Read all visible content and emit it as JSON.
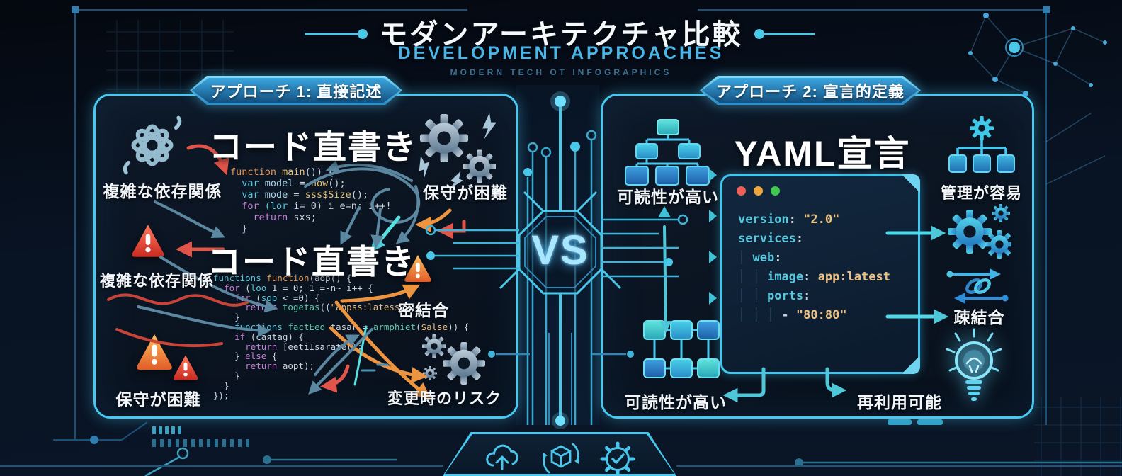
{
  "header": {
    "title": "モダンアーキテクチャ比較",
    "subtitle": "DEVELOPMENT APPROACHES",
    "tagline": "MODERN TECH OT INFOGRAPHICS"
  },
  "center": {
    "vs": "VS"
  },
  "left_panel": {
    "badge": "アプローチ 1: 直接記述",
    "heading": "コード直書き",
    "heading_repeat": "コード直書き",
    "label_dependencies_top": "複雑な依存関係",
    "label_dependencies_mid": "複雑な依存関係",
    "label_maintenance_top": "保守が困難",
    "label_maintenance_bottom": "保守が困難",
    "label_tight_coupling": "密結合",
    "label_change_risk": "変更時のリスク",
    "code1": [
      [
        [
          "kw",
          "function "
        ],
        [
          "fn",
          "main"
        ],
        [
          "pl",
          "()) {"
        ]
      ],
      [
        [
          "pl",
          "  "
        ],
        [
          "cy",
          "var "
        ],
        [
          "vr",
          "model"
        ],
        [
          "pl",
          " = "
        ],
        [
          "fn",
          "now"
        ],
        [
          "pl",
          "();"
        ]
      ],
      [
        [
          "pl",
          "  "
        ],
        [
          "cy",
          "var "
        ],
        [
          "vr",
          "mode"
        ],
        [
          "pl",
          " = "
        ],
        [
          "fn",
          "sss$Size"
        ],
        [
          "pl",
          "();"
        ]
      ],
      [
        [
          "pl",
          "  "
        ],
        [
          "mg",
          "for "
        ],
        [
          "cy",
          "(lor "
        ],
        [
          "pl",
          "i= 0) i e=n; i++!"
        ]
      ],
      [
        [
          "pl",
          "    "
        ],
        [
          "mg",
          "return "
        ],
        [
          "pl",
          "sxs;"
        ]
      ],
      [
        [
          "pl",
          "  }"
        ]
      ]
    ],
    "code2": [
      [
        [
          "cy",
          "functions "
        ],
        [
          "kw",
          "function"
        ],
        [
          "pl",
          "(aop() {"
        ]
      ],
      [
        [
          "pl",
          "  "
        ],
        [
          "mg",
          "for "
        ],
        [
          "pl",
          "("
        ],
        [
          "cy",
          "loo"
        ],
        [
          "pl",
          " 1 = 0; 1 =-n~ i++ {"
        ]
      ],
      [
        [
          "pl",
          "    "
        ],
        [
          "mg",
          "for "
        ],
        [
          "pl",
          "("
        ],
        [
          "cy",
          "sop"
        ],
        [
          "pl",
          " < =0) {"
        ]
      ],
      [
        [
          "pl",
          "      "
        ],
        [
          "mg",
          "return "
        ],
        [
          "tl",
          "togetas"
        ],
        [
          "pl",
          "(("
        ],
        [
          "st",
          "\"appss:latess\""
        ],
        [
          "pl",
          "\");"
        ]
      ],
      [
        [
          "pl",
          "    }"
        ]
      ],
      [
        [
          "pl",
          "    "
        ],
        [
          "cy",
          "functions "
        ],
        [
          "tl",
          "factEeo"
        ],
        [
          "pl",
          " tasar = "
        ],
        [
          "tl",
          "armphiet"
        ],
        [
          "pl",
          "("
        ],
        [
          "st",
          "$alse"
        ],
        [
          "pl",
          ")) {"
        ]
      ],
      [
        [
          "pl",
          "    "
        ],
        [
          "mg",
          "if "
        ],
        [
          "pl",
          "(caяtag) {"
        ]
      ],
      [
        [
          "pl",
          "      "
        ],
        [
          "mg",
          "return "
        ],
        [
          "pl",
          "[eetiIsarate();"
        ]
      ],
      [
        [
          "pl",
          "    } "
        ],
        [
          "mg",
          "else "
        ],
        [
          "pl",
          "{"
        ]
      ],
      [
        [
          "pl",
          "      "
        ],
        [
          "mg",
          "return "
        ],
        [
          "pl",
          "aopt);"
        ]
      ],
      [
        [
          "pl",
          "    }"
        ]
      ],
      [
        [
          "pl",
          "  }"
        ]
      ],
      [
        [
          "pl",
          "});"
        ]
      ]
    ]
  },
  "right_panel": {
    "badge": "アプローチ 2: 宣言的定義",
    "heading": "YAML宣言",
    "label_readability_top": "可読性が高い",
    "label_easy_management": "管理が容易",
    "label_loose_coupling": "疎結合",
    "label_readability_bottom": "可読性が高い",
    "label_reusable": "再利用可能",
    "yaml_code": [
      [
        [
          "cy",
          "version"
        ],
        [
          "pl",
          ": "
        ],
        [
          "st",
          "\"2.0\""
        ]
      ],
      [
        [
          "cy",
          "services"
        ],
        [
          "pl",
          ":"
        ]
      ],
      [
        [
          "gd",
          "│ "
        ],
        [
          "cy",
          "web"
        ],
        [
          "pl",
          ":"
        ]
      ],
      [
        [
          "gd",
          "│ │ "
        ],
        [
          "cy",
          "image"
        ],
        [
          "pl",
          ": "
        ],
        [
          "st",
          "app:latest"
        ]
      ],
      [
        [
          "gd",
          "│ │ "
        ],
        [
          "cy",
          "ports"
        ],
        [
          "pl",
          ":"
        ]
      ],
      [
        [
          "gd",
          "│ │ │ "
        ],
        [
          "pl",
          "- "
        ],
        [
          "st",
          "\"80:80\""
        ]
      ]
    ]
  },
  "icons": {
    "left_panel": [
      "tangled-knot",
      "broken-gears",
      "warning-triangle-red",
      "warning-triangle-orange",
      "gears-risk"
    ],
    "right_panel": [
      "hierarchy-tree",
      "gear-tree",
      "gears-duo",
      "link-swap",
      "lightbulb",
      "grid-boxes"
    ],
    "footer": [
      "cloud-upload",
      "cube-sync",
      "gear-check"
    ]
  },
  "colors": {
    "accent_cyan": "#46c8f0",
    "panel_bg": "#0d1928",
    "warning_red": "#e0483e",
    "warning_orange": "#f09a3e",
    "arrow_blue": "#5b87a0",
    "arrow_teal": "#4ec8d8",
    "arrow_orange": "#ec9440",
    "arrow_red": "#e0544a",
    "code_keyword": "#e8954e",
    "code_function": "#e7c175",
    "code_cyan": "#57c7dd",
    "code_magenta": "#c97fd8",
    "code_string": "#ecc084",
    "traffic_lights": [
      "#ef5f56",
      "#eda63c",
      "#3fc94f"
    ],
    "vs_glow": "#50c3ff"
  }
}
